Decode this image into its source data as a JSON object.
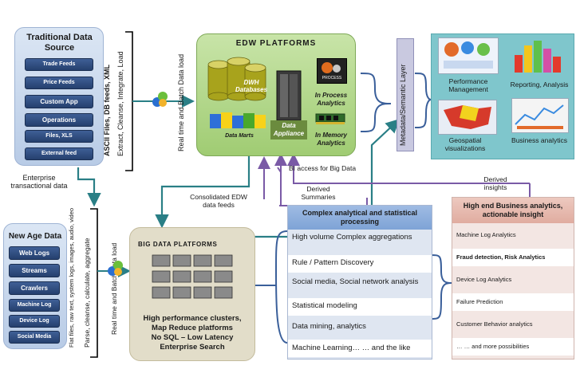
{
  "traditional": {
    "title": "Traditional Data Source",
    "items": [
      "Trade Feeds",
      "Price Feeds",
      "Custom App",
      "Operations",
      "Files, XLS",
      "External feed"
    ],
    "side_label": "ASCII Files, DB feeds, XML",
    "etl_label": "Extract, Cleanse, Integrate, Load"
  },
  "enterprise_label": "Enterprise transactional data",
  "edw_load_label": "Real time and Batch Data load",
  "edw": {
    "title": "EDW PLATFORMS",
    "dwh": "DWH Databases",
    "marts": "Data Marts",
    "appliance": "Data Appliance",
    "in_process": "In Process Analytics",
    "process_tag": "PROCESS",
    "in_memory": "In Memory Analytics"
  },
  "metadata_label": "Metadata/Semantic Layer",
  "outputs": [
    {
      "label": "Performance Management"
    },
    {
      "label": "Reporting, Analysis"
    },
    {
      "label": "Geospatial visualizations"
    },
    {
      "label": "Business analytics"
    }
  ],
  "bi_access": "BI access for Big Data",
  "derived_summaries": "Derived Summaries",
  "derived_insights": "Derived insights",
  "consolidated": "Consolidated EDW data feeds",
  "newage": {
    "title": "New Age Data",
    "items": [
      "Web Logs",
      "Streams",
      "Crawlers",
      "Machine Log",
      "Device Log",
      "Social Media"
    ],
    "side_label": "Flat files, raw text, system logs, images, audio, video",
    "parse_label": "Parse, cleanse, calculate, aggregate"
  },
  "bigdata_load_label": "Real time and Batch Data load",
  "bigdata": {
    "title": "BIG DATA PLATFORMS",
    "desc": [
      "High performance clusters,",
      "Map Reduce platforms",
      "No SQL – Low Latency",
      "Enterprise Search"
    ]
  },
  "complex": {
    "title": "Complex analytical and statistical processing",
    "rows": [
      "High volume Complex aggregations",
      "Rule / Pattern Discovery",
      "Social media, Social network analysis",
      "Statistical modeling",
      "Data mining, analytics",
      "Machine Learning… … and the like"
    ]
  },
  "highend": {
    "title": "High end Business analytics, actionable insight",
    "rows": [
      "Machine Log Analytics",
      "Fraud detection, Risk Analytics",
      "Device Log Analytics",
      "Failure Prediction",
      "Customer Behavior analytics",
      "… … and more possibilities"
    ]
  },
  "colors": {
    "teal": "#2a7f86",
    "purple": "#7a5aa6",
    "blue_arrow": "#3a5f9a",
    "green_panel": "#a9cf7e",
    "tan_panel": "#e0dcc8",
    "teal_panel": "#7cc2c9"
  }
}
